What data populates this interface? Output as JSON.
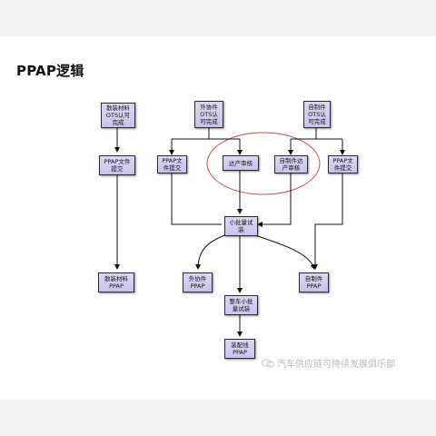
{
  "title": "PPAP逻辑",
  "nodes": {
    "loose_otss": "散装材料\nOTS认可\n完成",
    "ext_ots": "外协件\nOTS认\n可完成",
    "self_ots": "自制件\nOTS认\n可完成",
    "loose_doc": "PPAP文件\n提交",
    "ext_doc": "PPAP文\n件提交",
    "rate_audit": "达产审核",
    "self_rate": "自制件达\n产审核",
    "self_doc": "PPAP文\n件提交",
    "small_batch": "小批量试\n装",
    "loose_ppap": "散装材料\nPPAP",
    "ext_ppap": "外协件\nPPAP",
    "self_ppap": "自制件\nPPAP",
    "vehicle_batch": "整车小批\n量试装",
    "assembly_ppap": "装配线\nPPAP"
  },
  "watermark": "汽车供应链可持续发展俱乐部",
  "colors": {
    "box_fill": "#d4cff0",
    "ellipse": "#c0504d",
    "line": "#111111"
  }
}
